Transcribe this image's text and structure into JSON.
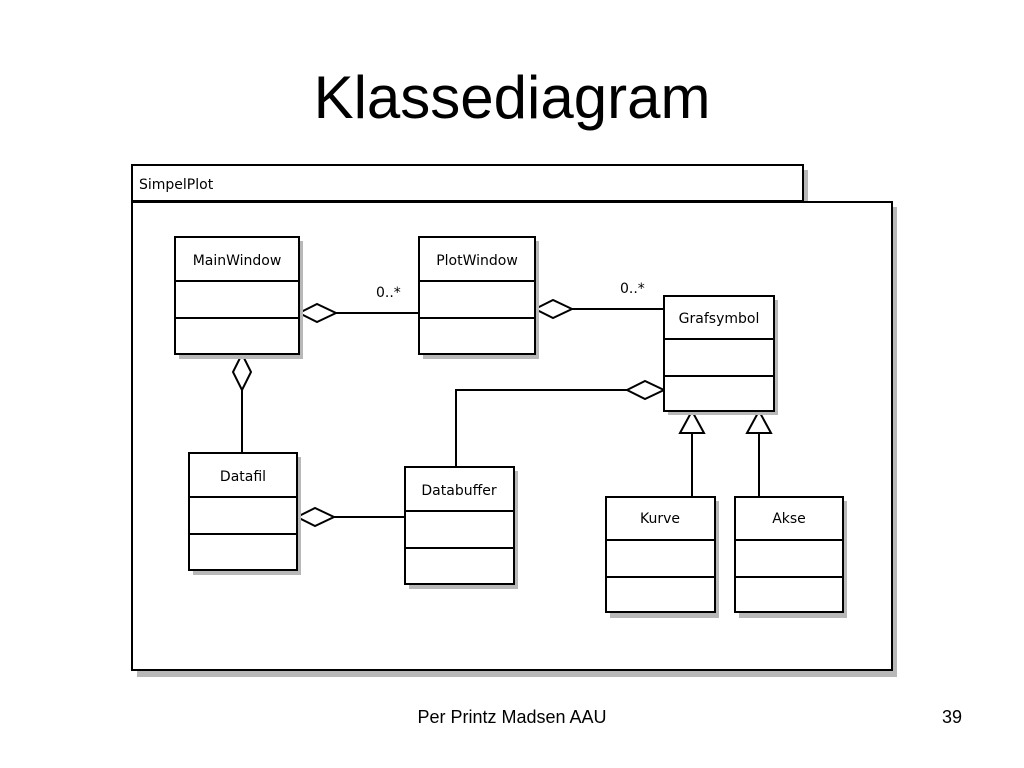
{
  "slide": {
    "title": "Klassediagram"
  },
  "diagram": {
    "package": {
      "name": "SimpelPlot"
    },
    "classes": {
      "main_window": "MainWindow",
      "plot_window": "PlotWindow",
      "grafsymbol": "Grafsymbol",
      "datafil": "Datafil",
      "databuffer": "Databuffer",
      "kurve": "Kurve",
      "akse": "Akse"
    },
    "multiplicities": {
      "mainwindow_plotwindow": "0..*",
      "plotwindow_grafsymbol": "0..*"
    }
  },
  "footer": {
    "author": "Per Printz Madsen AAU",
    "page_number": "39"
  }
}
